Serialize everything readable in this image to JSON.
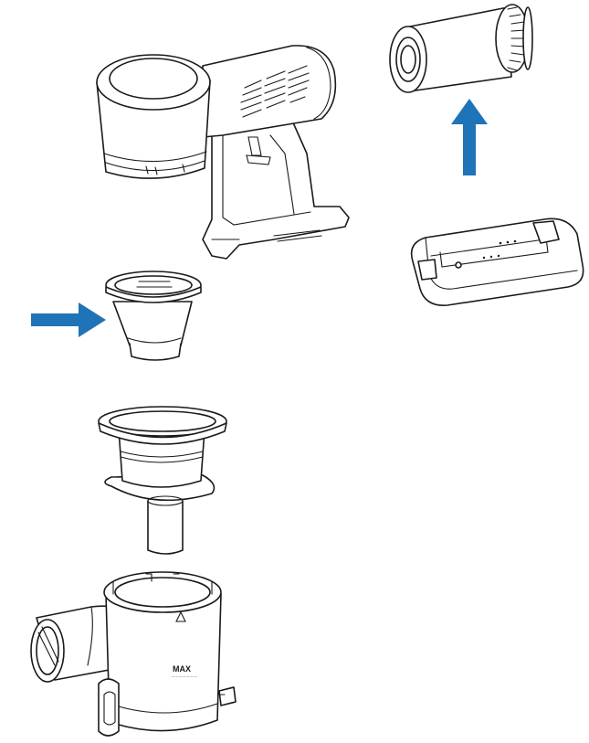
{
  "diagram": {
    "parts": [
      {
        "name": "main-unit"
      },
      {
        "name": "hepa-filter"
      },
      {
        "name": "battery-pack"
      },
      {
        "name": "filter-cone"
      },
      {
        "name": "cyclone-separator"
      },
      {
        "name": "dust-bin"
      }
    ],
    "dust_bin_label": "MAX",
    "dust_bin_sublabel": "— — — — — — —",
    "colors": {
      "arrow": "#1f73b7",
      "line": "#1a1a1a",
      "background": "#ffffff"
    },
    "arrows": [
      {
        "name": "insert-filter-cone",
        "direction": "right"
      },
      {
        "name": "remove-hepa-filter",
        "direction": "up"
      }
    ]
  }
}
